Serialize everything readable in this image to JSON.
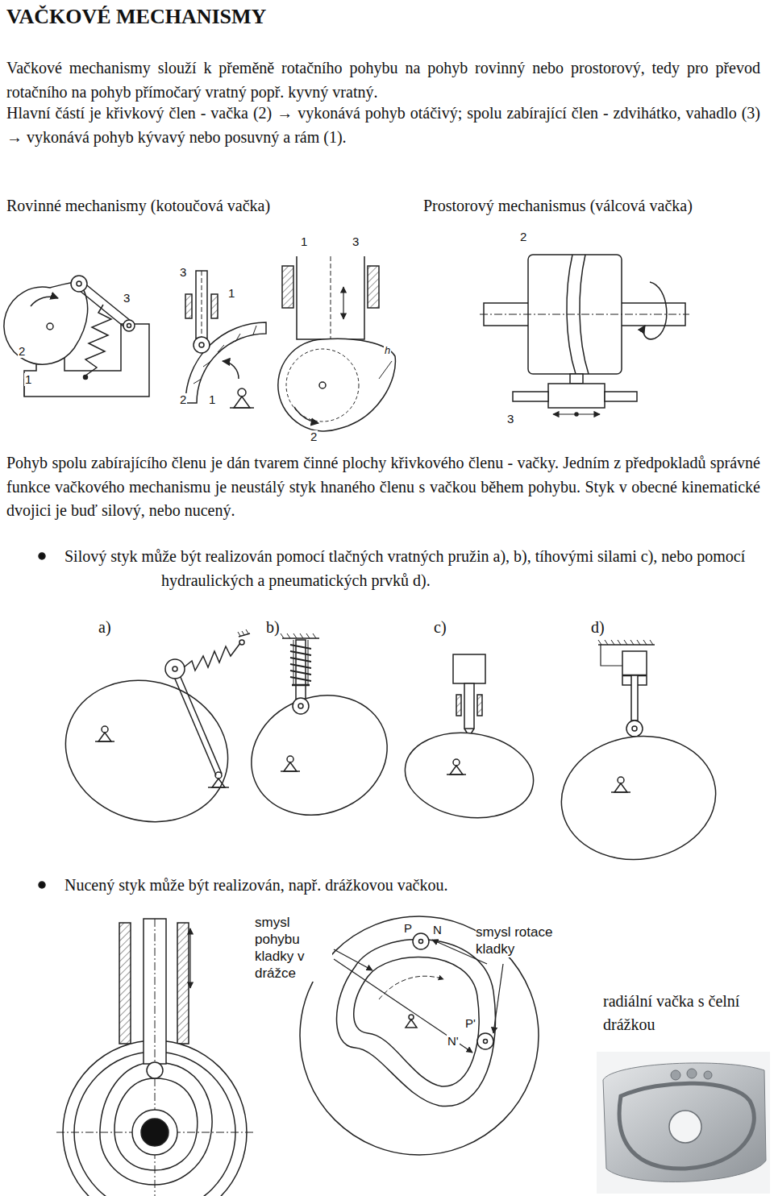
{
  "diagram": {
    "title": "VAČKOVÉ MECHANISMY",
    "labels": [
      "Vačkové mechanismy slouží k přeměně rotačního pohybu na pohyb rovinný nebo prostorový, tedy pro převod rotačního na pohyb přímočarý vratný popř. kyvný vratný.",
      "Hlavní částí je křivkový člen - vačka (2) → vykonává pohyb otáčivý; spolu zabírající člen - zdvihátko, vahadlo (3) → vykonává pohyb kývavý nebo posuvný a rám (1).",
      "Rovinné mechanismy (kotoučová vačka)",
      "Prostorový mechanismus (válcová vačka)",
      "2",
      "1",
      "3",
      "3",
      "1",
      "2",
      "1",
      "1",
      "3",
      "2",
      "h",
      "2",
      "3",
      "Pohyb spolu zabírajícího členu je dán tvarem činné plochy křivkového členu - vačky. Jedním z předpokladů správné funkce vačkového mechanismu je neustálý styk hnaného členu s vačkou během pohybu. Styk v obecné kinematické dvojici je buď silový, nebo nucený.",
      "Silový styk může být realizován pomocí tlačných vratných pružin a), b), tíhovými silami c), nebo pomocí hydraulických a pneumatických prvků d).",
      "a)",
      "b)",
      "c)",
      "d)",
      "Nucený styk může být realizován, např. drážkovou vačkou.",
      "smysl pohybu kladky v drážce",
      "smysl rotace kladky",
      "P",
      "N",
      "P'",
      "N'",
      "radiální vačka s čelní drážkou"
    ]
  }
}
